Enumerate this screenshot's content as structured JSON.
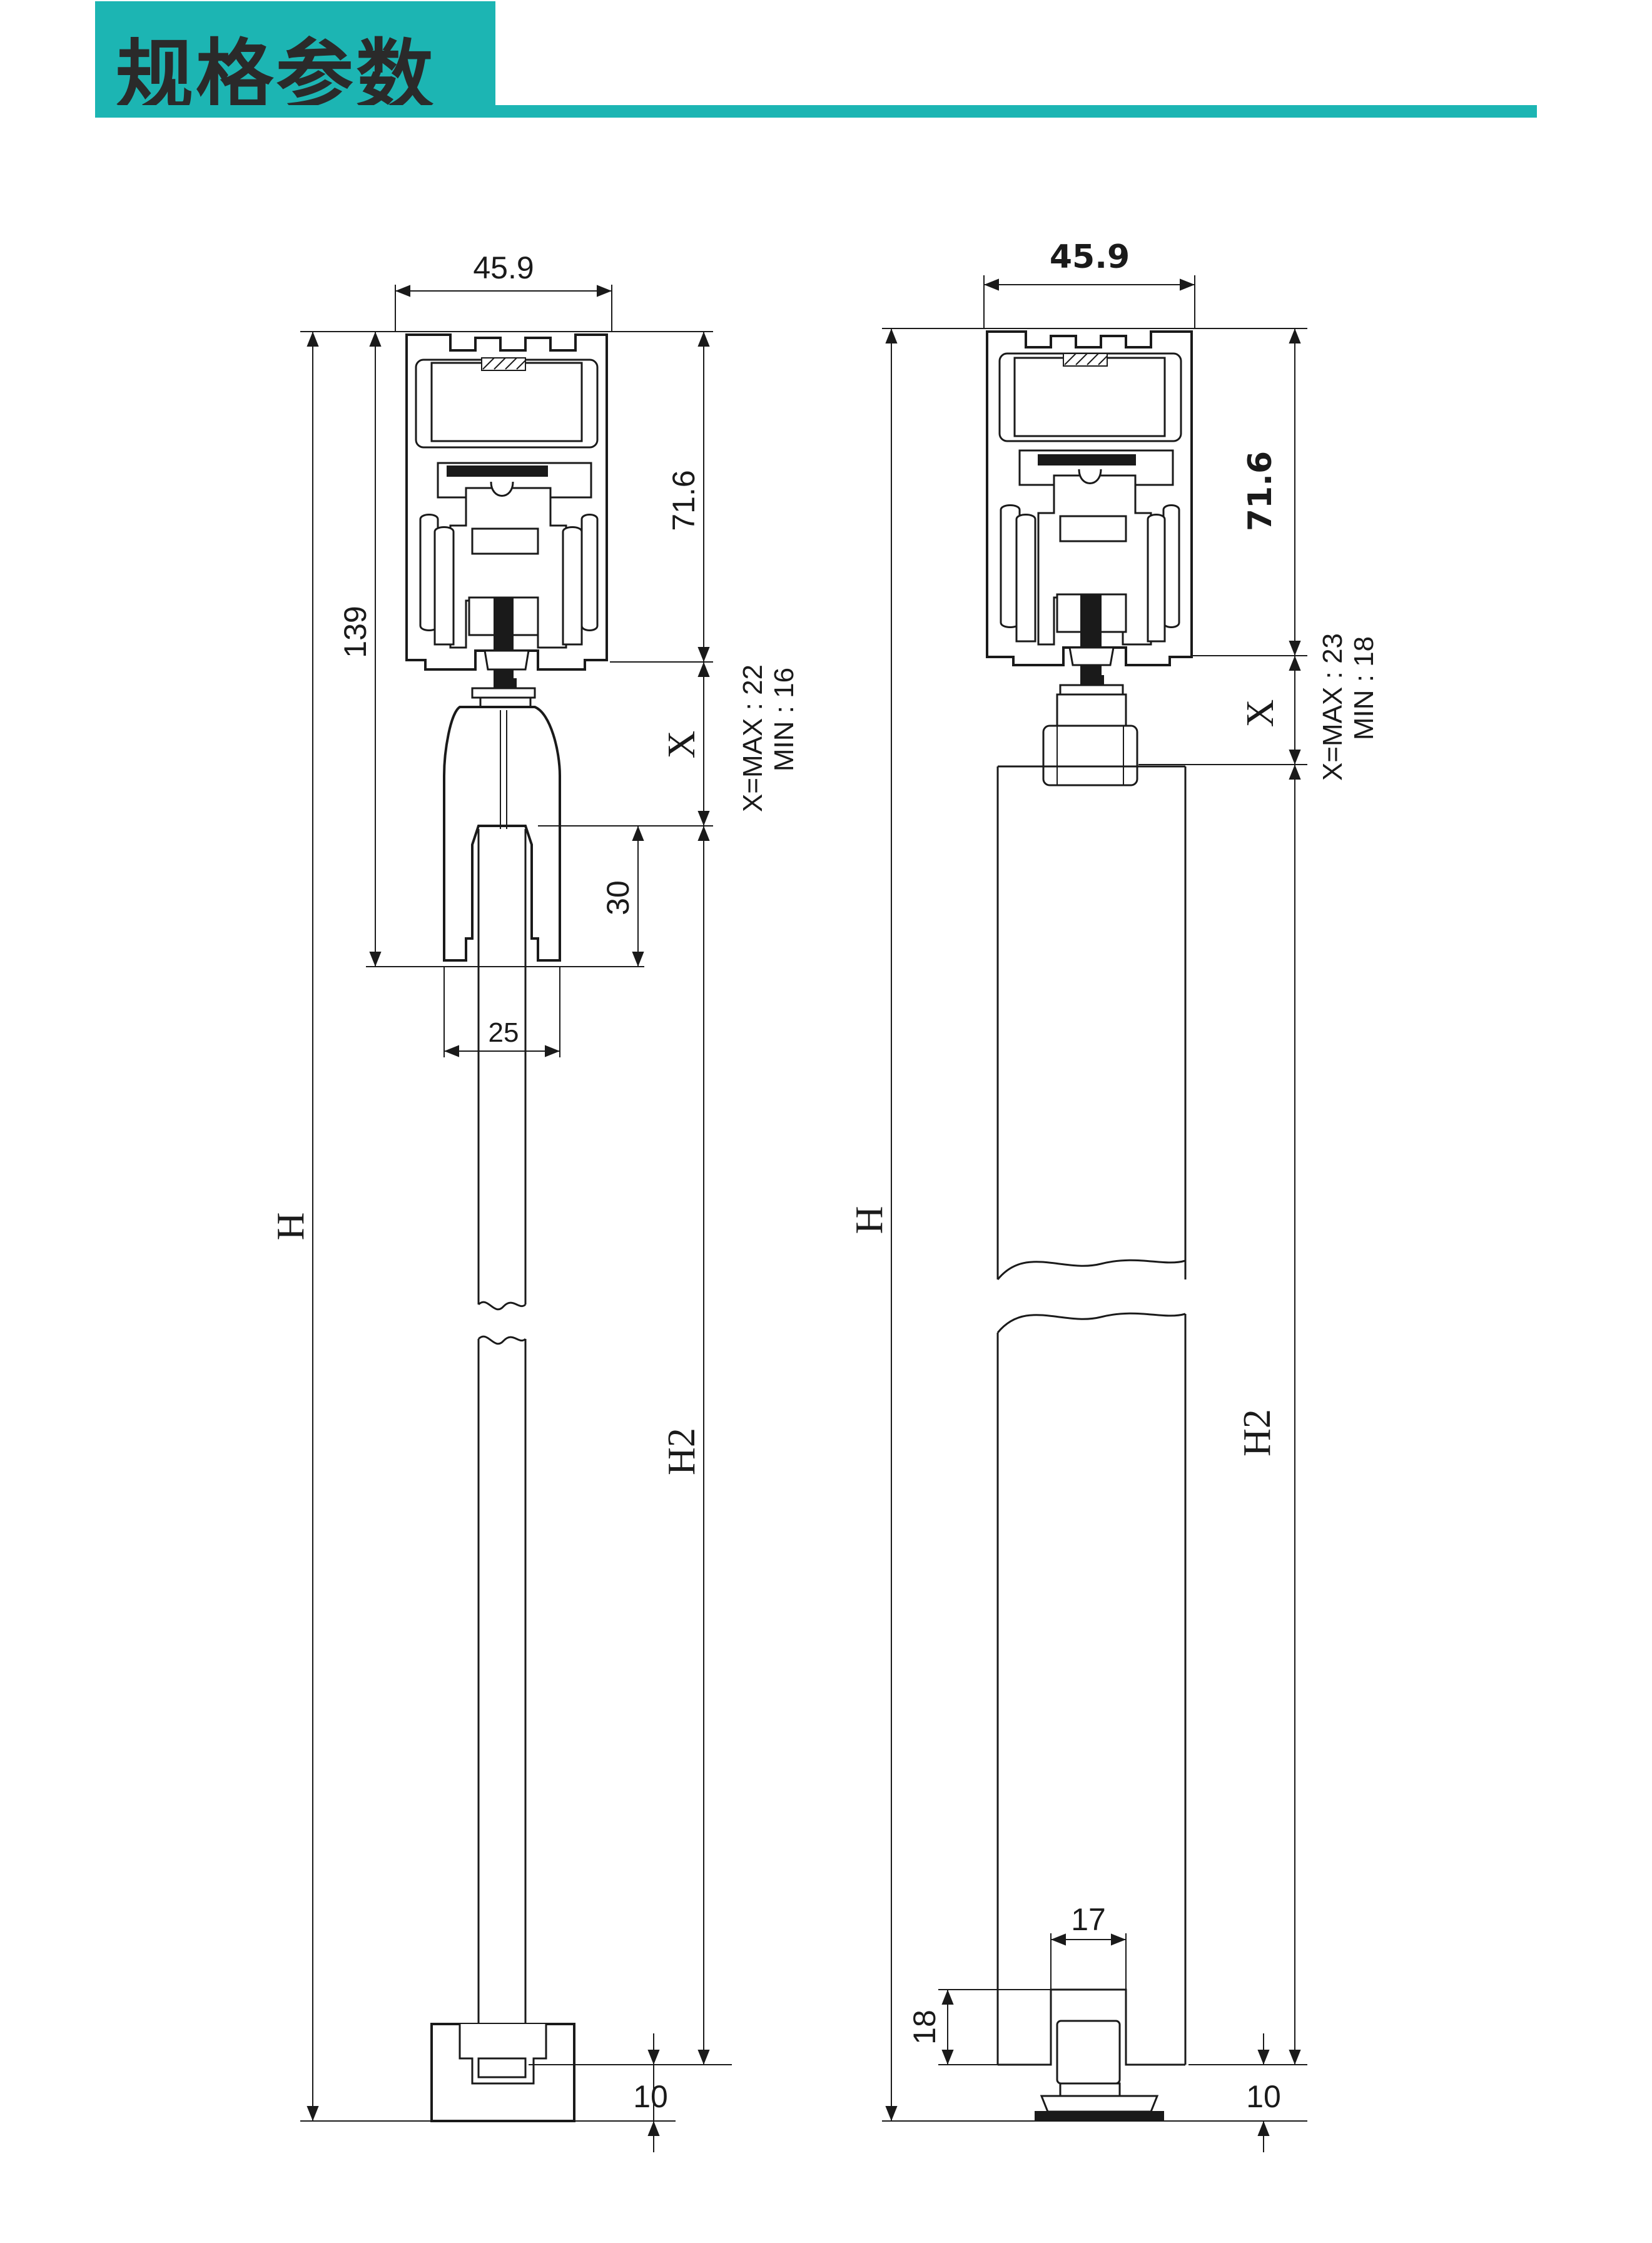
{
  "header": {
    "title": "规格参数",
    "accent_color": "#1cb5b3"
  },
  "left_drawing": {
    "width_label": "45.9",
    "track_height_label": "71.6",
    "total_height_label": "139",
    "x_label": "X",
    "x_max": "X=MAX : 22",
    "x_min": "MIN : 16",
    "clamp_depth_label": "30",
    "clamp_width_label": "25",
    "h_label": "H",
    "h2_label": "H2",
    "bottom_label": "10"
  },
  "right_drawing": {
    "width_label": "45.9",
    "track_height_label": "71.6",
    "x_label": "X",
    "x_max": "X=MAX : 23",
    "x_min": "MIN : 18",
    "h_label": "H",
    "h2_label": "H2",
    "guide_width_label": "17",
    "guide_height_label": "18",
    "bottom_label": "10"
  }
}
